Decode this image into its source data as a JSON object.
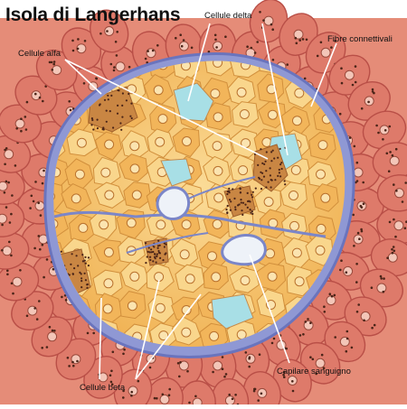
{
  "title": "Isola di Langerhans",
  "labels": {
    "delta": "Cellule delta",
    "alfa": "Cellule alfa",
    "fibre": "Fibre connettivali",
    "beta": "Cellule beta",
    "capillare": "Capilare sanguigno"
  },
  "colors": {
    "exocrine": "#de7a6a",
    "exocrine_border": "#b94f47",
    "islet": "#f2b55a",
    "islet_light": "#f9d68c",
    "connective": "#7b86c8",
    "delta": "#a8dfe6",
    "alfa": "#c17a3f",
    "granule": "#4a2418",
    "capillary": "#e8eef7"
  }
}
